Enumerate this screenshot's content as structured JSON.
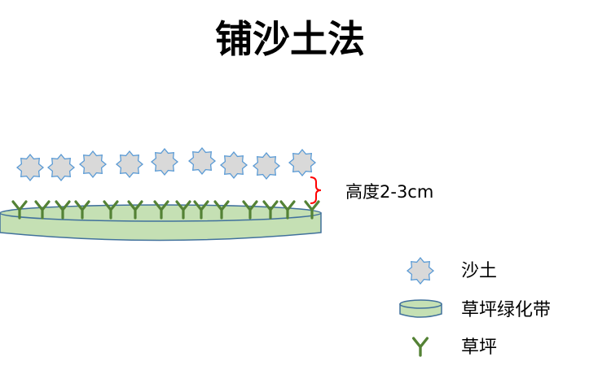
{
  "title": "铺沙土法",
  "height_label": "高度2-3cm",
  "legend": {
    "sand": "沙土",
    "green_belt": "草坪绿化带",
    "grass": "草坪"
  },
  "colors": {
    "sand_fill": "#d9d9d9",
    "sand_stroke": "#5b9bd5",
    "belt_fill": "#c5e0b4",
    "belt_stroke": "#41719c",
    "grass": "#548235",
    "bracket": "#ff0000"
  },
  "icons": {
    "sand": "eight-point-star-icon",
    "green_belt": "cylinder-disc-icon",
    "grass": "y-grass-icon"
  }
}
